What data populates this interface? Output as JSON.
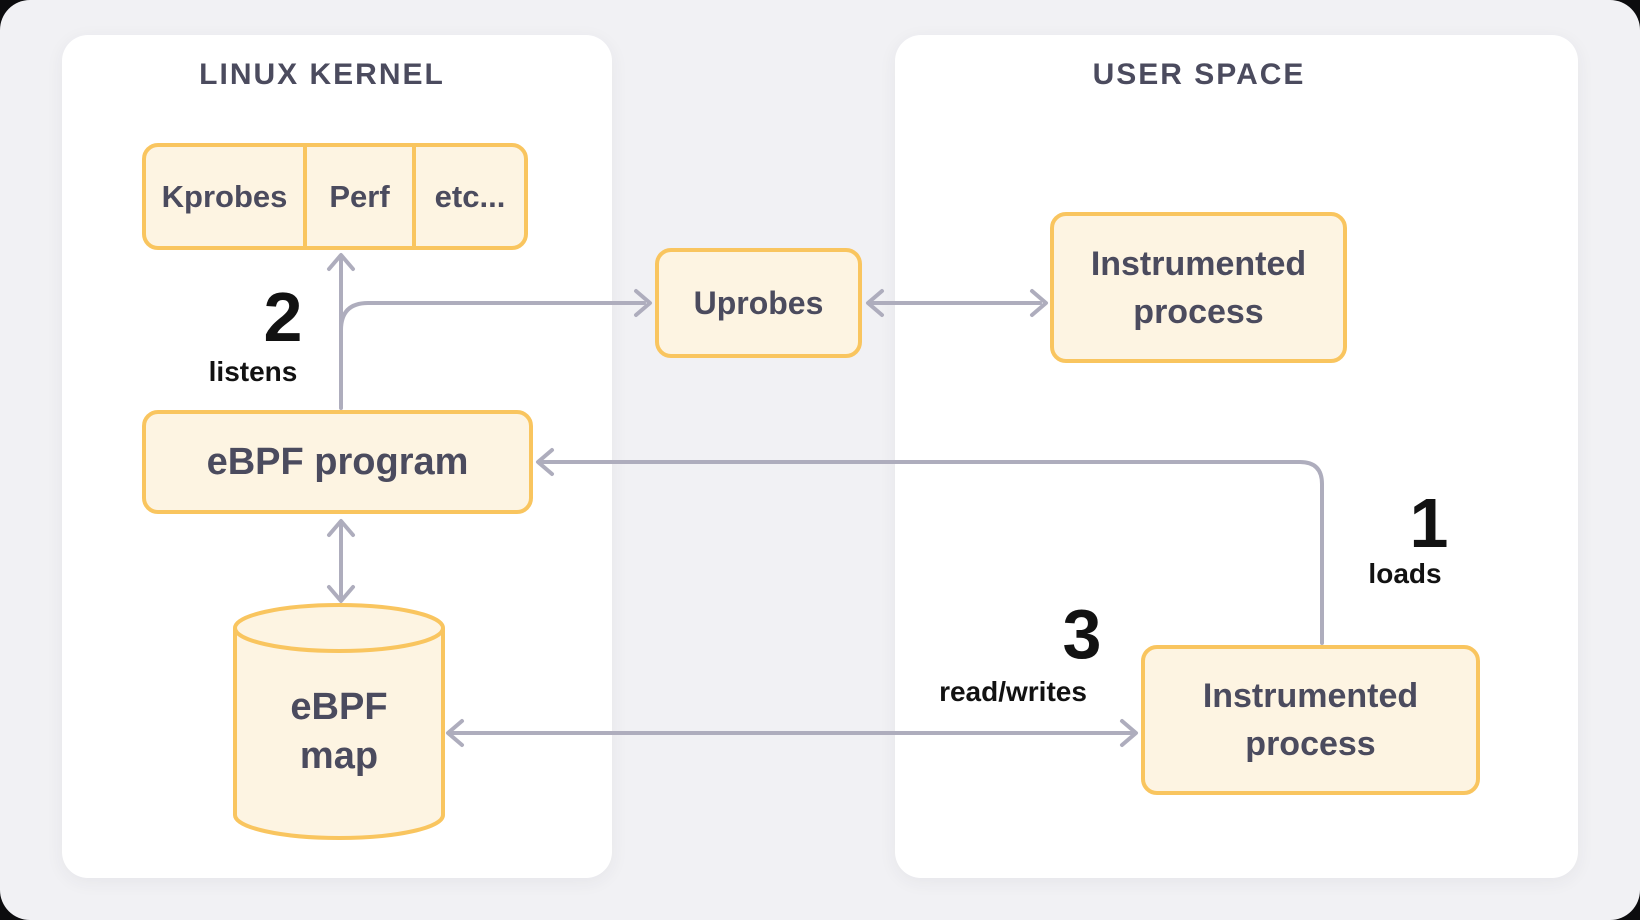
{
  "colors": {
    "backdrop": "#0c0c0e",
    "surface": "#f1f1f4",
    "panel": "#ffffff",
    "node_fill": "#fdf4e2",
    "node_border": "#f9c55f",
    "node_text": "#4b4b5e",
    "arrow": "#aeadbd",
    "step_text": "#121212"
  },
  "kernel_panel": {
    "title": "LINUX KERNEL",
    "probe_row": {
      "cells": [
        {
          "label": "Kprobes"
        },
        {
          "label": "Perf"
        },
        {
          "label": "etc..."
        }
      ]
    },
    "ebpf_program": {
      "label": "eBPF program"
    },
    "ebpf_map": {
      "line1": "eBPF",
      "line2": "map"
    }
  },
  "middle": {
    "uprobes": {
      "label": "Uprobes"
    }
  },
  "user_panel": {
    "title": "USER SPACE",
    "instrumented_top": {
      "line1": "Instrumented",
      "line2": "process"
    },
    "instrumented_bottom": {
      "line1": "Instrumented",
      "line2": "process"
    }
  },
  "steps": [
    {
      "number": "1",
      "label": "loads"
    },
    {
      "number": "2",
      "label": "listens"
    },
    {
      "number": "3",
      "label": "read/writes"
    }
  ]
}
